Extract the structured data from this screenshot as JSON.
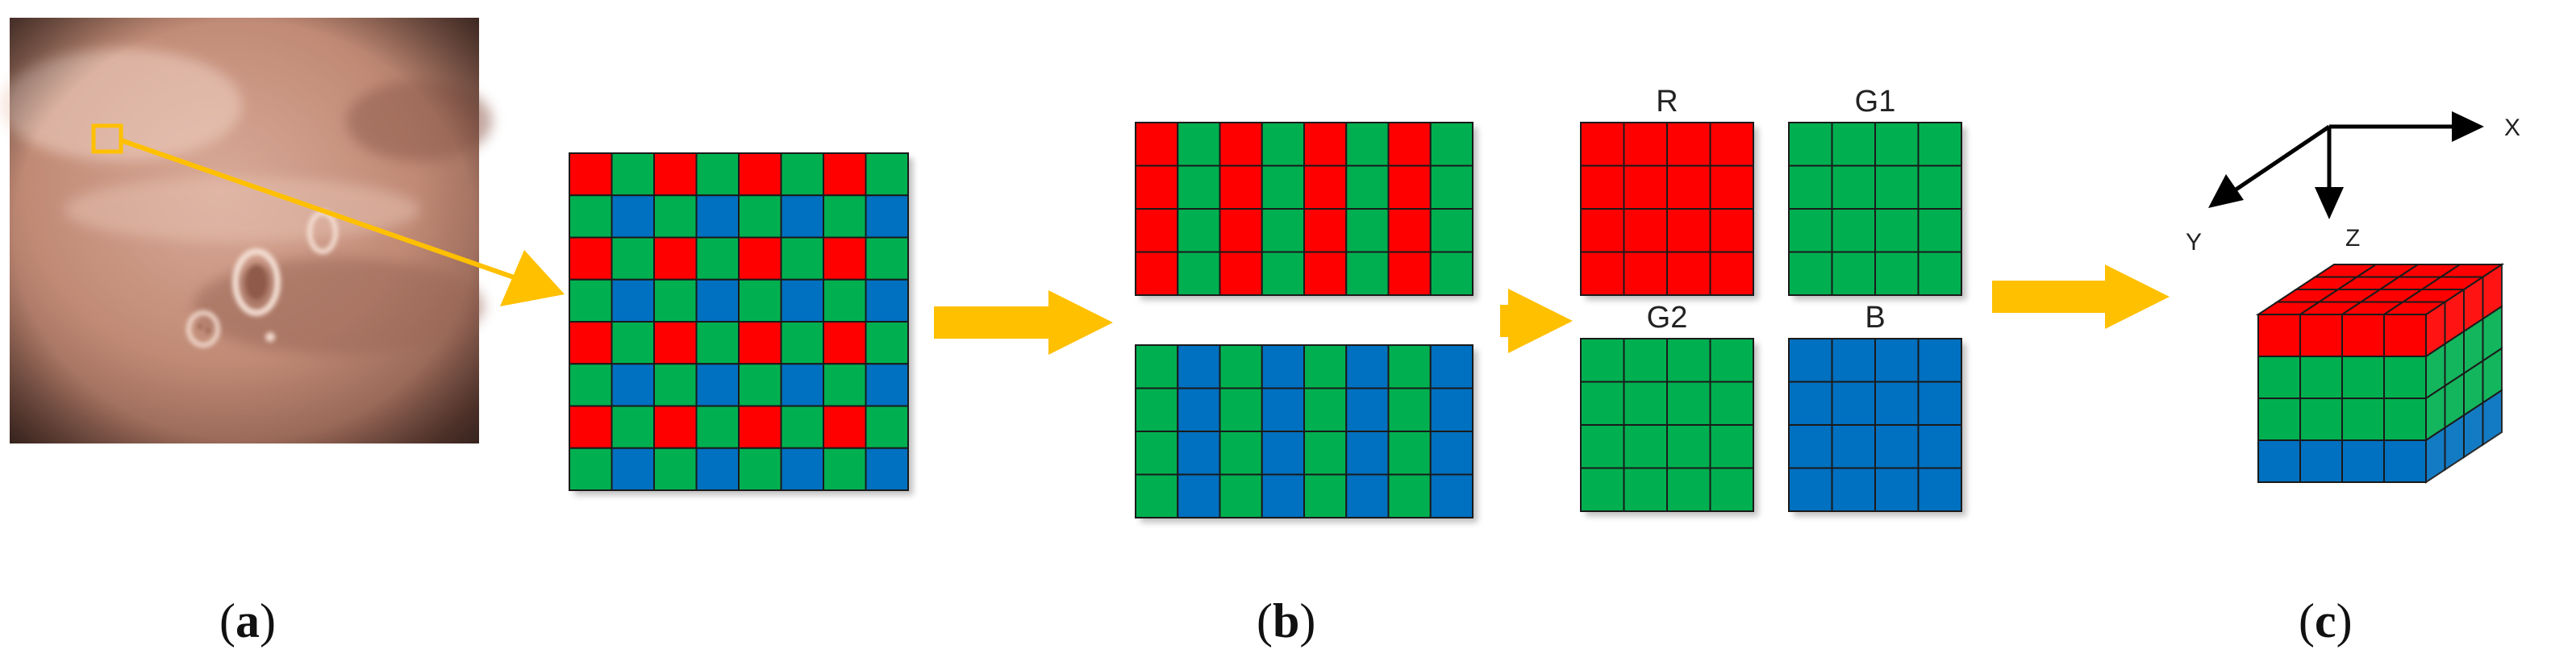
{
  "colors": {
    "red": "#ff0000",
    "green": "#00b050",
    "blue": "#0070c0",
    "arrow": "#ffc000",
    "grid_line": "#1a1a1a",
    "photo_tone": "#c08a75"
  },
  "mosaic": {
    "rows": 8,
    "cols": 8,
    "pattern": [
      [
        "red",
        "green"
      ],
      [
        "green",
        "blue"
      ]
    ]
  },
  "split": {
    "top_pattern": [
      "red",
      "green"
    ],
    "bottom_pattern": [
      "green",
      "blue"
    ],
    "rows": 4,
    "cols": 8
  },
  "channels": [
    {
      "label": "R",
      "color": "red"
    },
    {
      "label": "G1",
      "color": "green"
    },
    {
      "label": "G2",
      "color": "green"
    },
    {
      "label": "B",
      "color": "blue"
    }
  ],
  "cube": {
    "layers": [
      "red",
      "green",
      "green",
      "blue"
    ]
  },
  "axes": {
    "x": "X",
    "y": "Y",
    "z": "Z"
  },
  "captions": {
    "a": {
      "open": "(",
      "letter": "a",
      "close": ")"
    },
    "b": {
      "open": "(",
      "letter": "b",
      "close": ")"
    },
    "c": {
      "open": "(",
      "letter": "c",
      "close": ")"
    }
  }
}
